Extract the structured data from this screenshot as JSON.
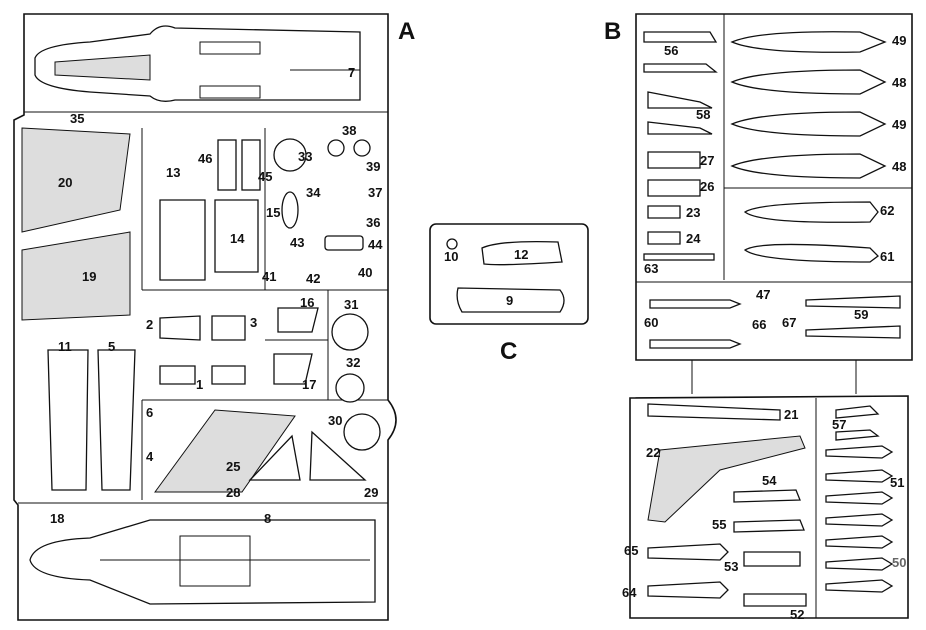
{
  "sprues": {
    "a": "A",
    "b": "B",
    "c": "C"
  },
  "parts_a": [
    "7",
    "35",
    "20",
    "19",
    "13",
    "46",
    "45",
    "15",
    "14",
    "33",
    "34",
    "38",
    "39",
    "37",
    "36",
    "43",
    "44",
    "41",
    "42",
    "40",
    "11",
    "5",
    "2",
    "3",
    "1",
    "16",
    "17",
    "31",
    "32",
    "6",
    "4",
    "25",
    "30",
    "28",
    "29",
    "18",
    "8"
  ],
  "parts_b": [
    "56",
    "58",
    "27",
    "26",
    "23",
    "24",
    "63",
    "49",
    "48",
    "49",
    "48",
    "62",
    "61",
    "47",
    "60",
    "66",
    "67",
    "59",
    "21",
    "22",
    "54",
    "55",
    "65",
    "53",
    "64",
    "52",
    "57",
    "51",
    "50"
  ],
  "parts_c": [
    "10",
    "12",
    "9"
  ]
}
